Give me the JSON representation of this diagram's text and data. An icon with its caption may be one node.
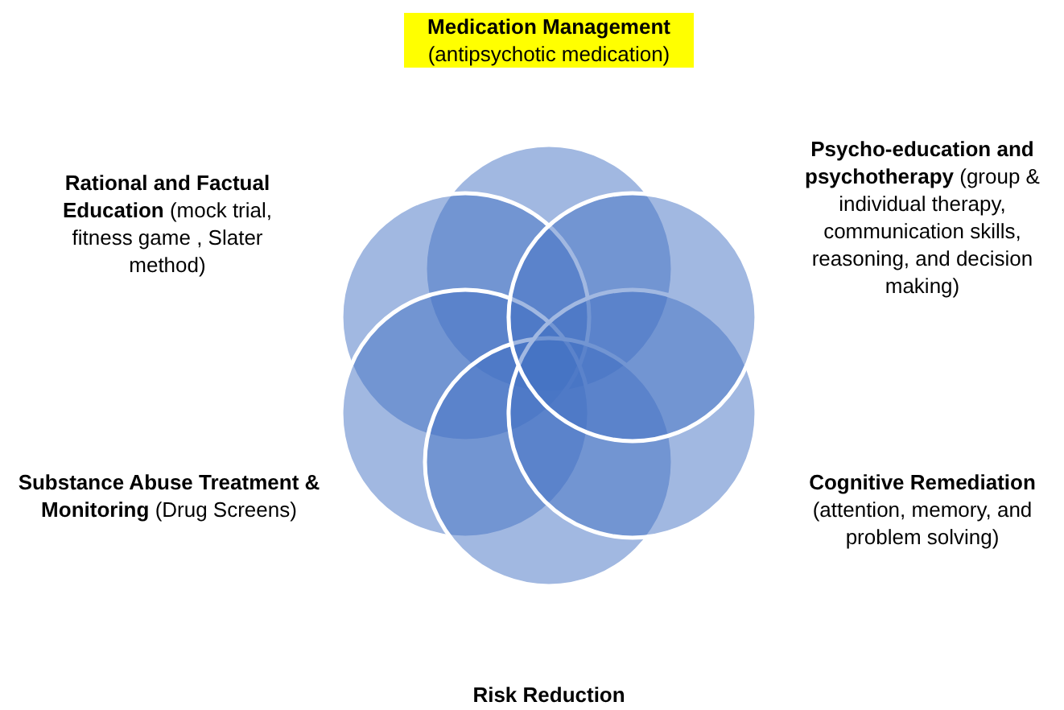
{
  "diagram": {
    "labels": [
      "**Medication Management** (antipsychotic medication)",
      "**Rational and Factual Education** (mock trial, fitness game , Slater method)",
      "**Psycho-education and psychotherapy** (group & individual therapy, communication skills, reasoning, and decision making)",
      "**Substance Abuse Treatment & Monitoring** (Drug Screens)",
      "**Cognitive Remediation** (attention, memory, and problem solving)",
      "Risk Reduction"
    ]
  }
}
